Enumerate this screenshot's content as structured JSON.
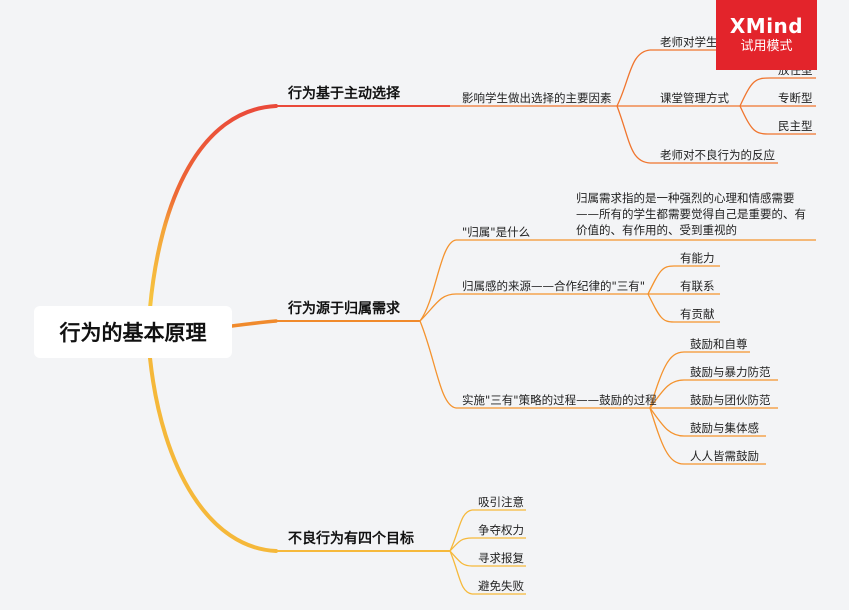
{
  "root": "行为的基本原理",
  "branches": [
    {
      "label": "行为基于主动选择",
      "color": "#ea4a3a",
      "children": [
        {
          "label": "影响学生做出选择的主要因素",
          "children": [
            {
              "label": "老师对学生的"
            },
            {
              "label": "课堂管理方式",
              "children": [
                "放任型",
                "专断型",
                "民主型"
              ]
            },
            {
              "label": "老师对不良行为的反应"
            }
          ]
        }
      ]
    },
    {
      "label": "行为源于归属需求",
      "color": "#f28c28",
      "children": [
        {
          "label": "\"归属\"是什么",
          "note": "归属需求指的是一种强烈的心理和情感需要——所有的学生都需要觉得自己是重要的、有价值的、有作用的、受到重视的"
        },
        {
          "label": "归属感的来源——合作纪律的\"三有\"",
          "children": [
            "有能力",
            "有联系",
            "有贡献"
          ]
        },
        {
          "label": "实施\"三有\"策略的过程——鼓励的过程",
          "children": [
            "鼓励和自尊",
            "鼓励与暴力防范",
            "鼓励与团伙防范",
            "鼓励与集体感",
            "人人皆需鼓励"
          ]
        }
      ]
    },
    {
      "label": "不良行为有四个目标",
      "color": "#f6b93b",
      "children": [
        {
          "label": "吸引注意"
        },
        {
          "label": "争夺权力"
        },
        {
          "label": "寻求报复"
        },
        {
          "label": "避免失败"
        }
      ]
    }
  ],
  "watermark": {
    "brand": "XMind",
    "mode": "试用模式"
  },
  "colors": {
    "background": "#f3f4f6",
    "red": "#e3242b",
    "orange": "#f28c28",
    "yellow": "#f6b93b"
  }
}
